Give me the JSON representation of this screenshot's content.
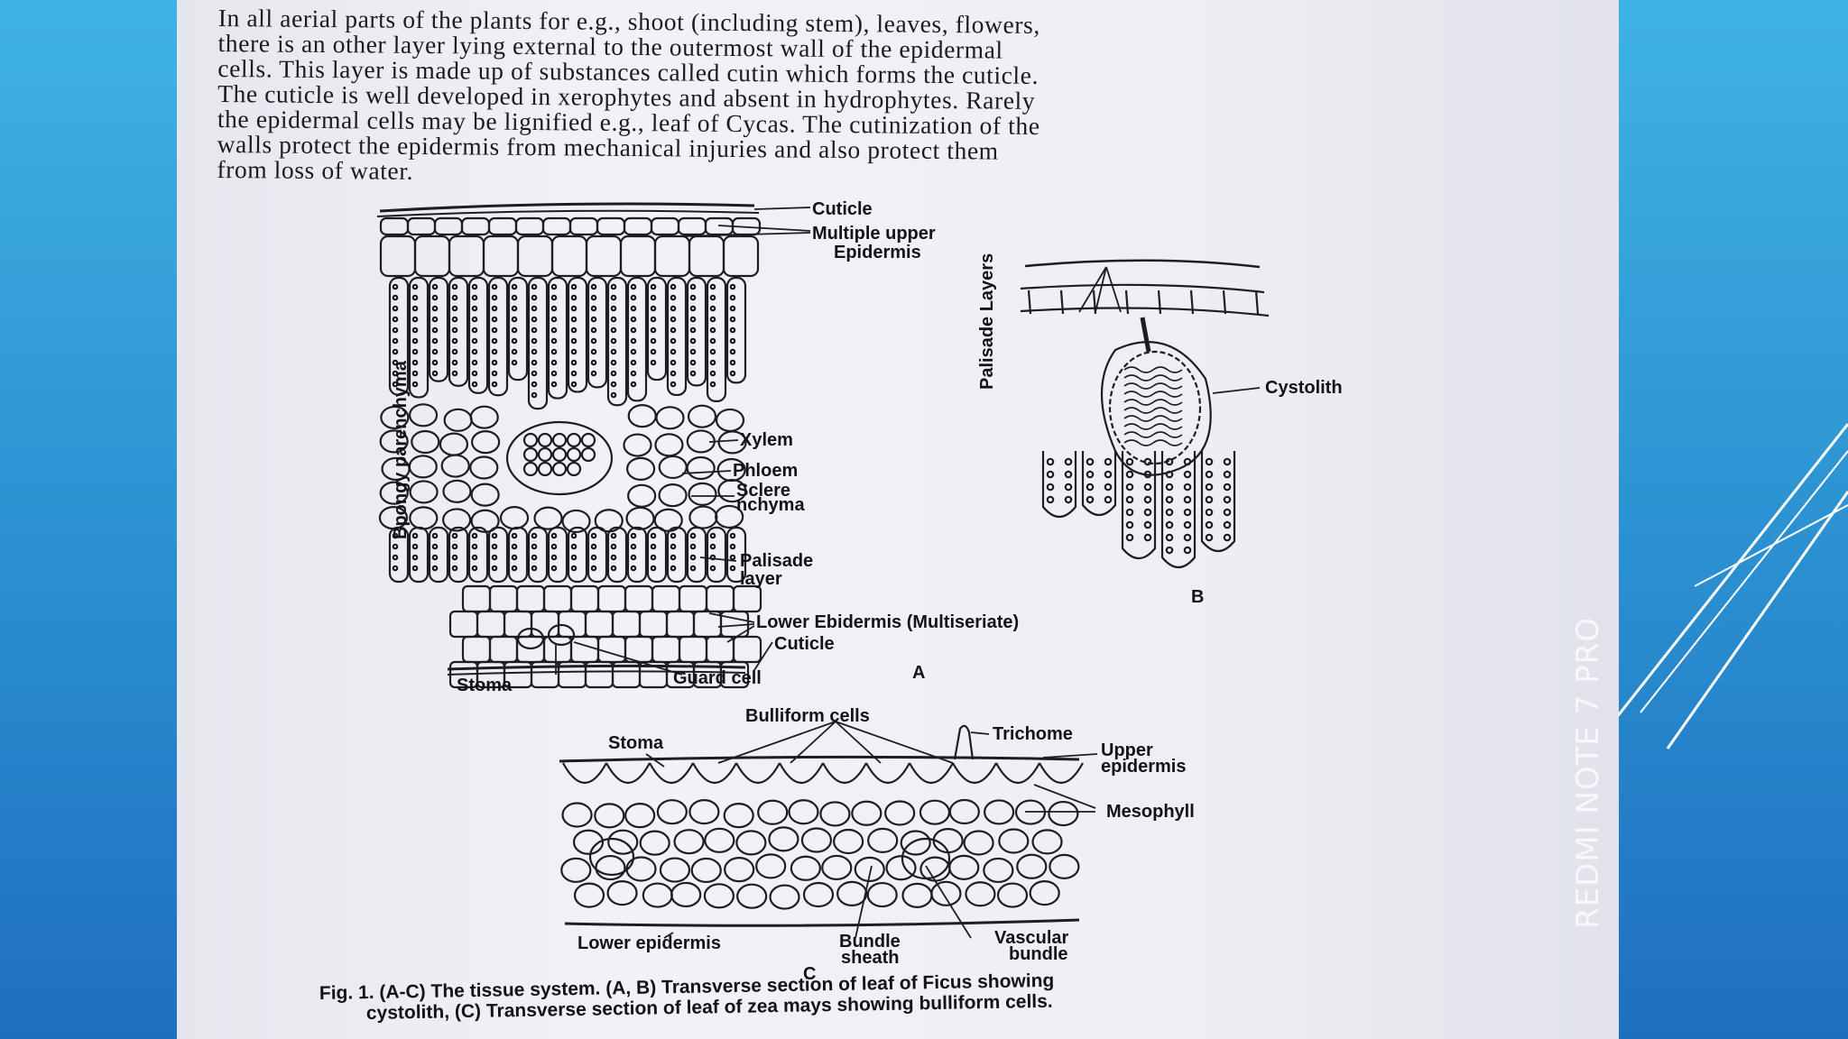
{
  "paragraph": {
    "lines": [
      "In all aerial parts of the plants for e.g., shoot (including stem), leaves, flowers,",
      "there is an other layer lying external to the outermost wall of the epidermal",
      "cells. This layer is made up of substances called cutin which forms the cuticle.",
      "The cuticle is well developed in xerophytes and absent in hydrophytes. Rarely",
      "the epidermal cells may be lignified e.g., leaf of Cycas. The cutinization of the",
      "walls protect the epidermis from mechanical injuries and also protect them",
      "from loss of water."
    ]
  },
  "figure_a": {
    "cuticle_top": "Cuticle",
    "multiple_upper": "Multiple upper",
    "epidermis": "Epidermis",
    "palisade_layers": "Palisade Layers",
    "spongy": "Bpongy parenchyma",
    "xylem": "Xylem",
    "phloem": "Phloem",
    "sclere": "Sclere",
    "nchyma": "nchyma",
    "palisade": "Palisade",
    "layer": "layer",
    "lower_epidermis": "Lower Ebidermis (Multiseriate)",
    "cuticle_bottom": "Cuticle",
    "stoma": "Stoma",
    "guard_cell": "Guard cell",
    "letter": "A"
  },
  "figure_b": {
    "cystolith": "Cystolith",
    "letter": "B"
  },
  "figure_c": {
    "bulliform": "Bulliform cells",
    "stoma": "Stoma",
    "trichome": "Trichome",
    "upper": "Upper",
    "epidermis": "epidermis",
    "mesophyll": "Mesophyll",
    "lower_epidermis": "Lower epidermis",
    "bundle": "Bundle",
    "sheath": "sheath",
    "vascular": "Vascular",
    "vbundle": "bundle",
    "letter": "C"
  },
  "caption": {
    "line1": "Fig. 1. (A-C) The tissue system. (A, B) Transverse section of leaf of Ficus showing",
    "line2": "cystolith, (C) Transverse section of leaf of zea mays showing bulliform cells."
  },
  "watermark": "REDMI NOTE 7 PRO",
  "colors": {
    "bg_top": "#3fb3e3",
    "bg_bottom": "#1f6fbf",
    "page": "#eeeff4",
    "ink": "#141418"
  }
}
